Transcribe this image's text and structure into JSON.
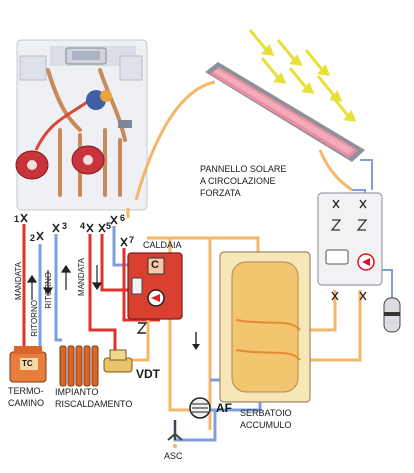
{
  "labels": {
    "caldaia": "CALDAIA",
    "c": "C",
    "pannello_line1": "PANNELLO SOLARE",
    "pannello_line2": "A CIRCOLAZIONE",
    "pannello_line3": "FORZATA",
    "serbatoio_line1": "SERBATOIO",
    "serbatoio_line2": "ACCUMULO",
    "termo_line1": "TERMO-",
    "termo_line2": "CAMINO",
    "impianto_line1": "IMPIANTO",
    "impianto_line2": "RISCALDAMENTO",
    "vdt": "VDT",
    "af": "AF",
    "asc": "ASC",
    "tc": "TC",
    "mandata_1": "MANDATA",
    "ritorno_2": "RITORNO",
    "ritorno_3": "RITORNO",
    "mandata_4": "MANDATA"
  },
  "valve_numbers": [
    "1",
    "2",
    "3",
    "4",
    "5",
    "6",
    "7"
  ],
  "colors": {
    "hot_pipe": "#e0312b",
    "cold_pipe": "#7f9fdc",
    "solar_pipe": "#f4b76a",
    "tank_fill": "#f6d9a0",
    "boiler_fill": "#d94030",
    "panel_fill": "#e98da0",
    "unit_bg": "#eef0f4"
  }
}
